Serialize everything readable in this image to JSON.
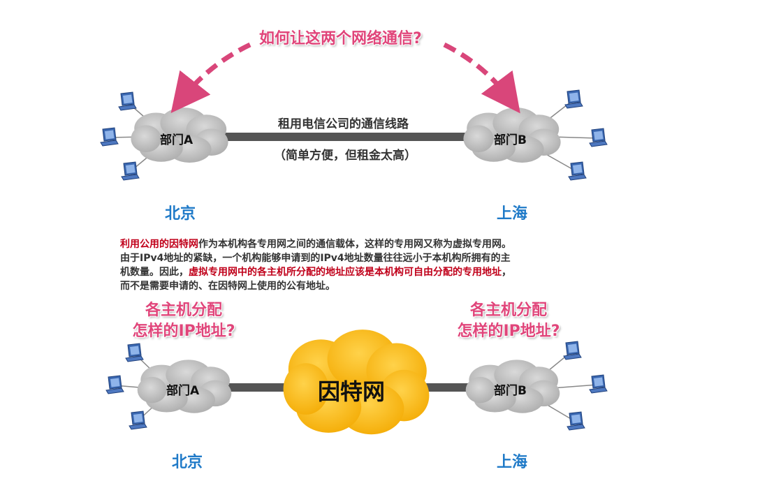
{
  "top": {
    "question": "如何让这两个网络通信?",
    "line_label": "租用电信公司的通信线路",
    "line_note": "（简单方便，但租金太高）",
    "left_cloud": "部门A",
    "right_cloud": "部门B",
    "left_city": "北京",
    "right_city": "上海"
  },
  "paragraph": {
    "lines": [
      [
        {
          "t": "利用公用的因特网",
          "red": true
        },
        {
          "t": "作为本机构各专用网之间的通信载体，这样的专用网又称为虚拟专用网。",
          "red": false
        }
      ],
      [
        {
          "t": "由于IPv4地址的紧缺，一个机构能够申请到的IPv4地址数量往往远小于本机构所拥有的主",
          "red": false
        }
      ],
      [
        {
          "t": "机数量。因此，",
          "red": false
        },
        {
          "t": "虚拟专用网中的各主机所分配的地址应该是本机构可自由分配的专用地址",
          "red": true
        },
        {
          "t": "，",
          "red": false
        }
      ],
      [
        {
          "t": "而不是需要申请的、在因特网上使用的公有地址。",
          "red": false
        }
      ]
    ]
  },
  "bottom": {
    "left_question": [
      "各主机分配",
      "怎样的IP地址?"
    ],
    "right_question": [
      "各主机分配",
      "怎样的IP地址?"
    ],
    "internet": "因特网",
    "left_cloud": "部门A",
    "right_cloud": "部门B",
    "left_city": "北京",
    "right_city": "上海"
  },
  "colors": {
    "question": "#e0457a",
    "city": "#1f7ac8",
    "highlight": "#c0001a",
    "cloud_gray": "#bdbdbd",
    "internet_yellow": "#f8b800",
    "link": "#555555",
    "computer": "#3a67b0"
  }
}
